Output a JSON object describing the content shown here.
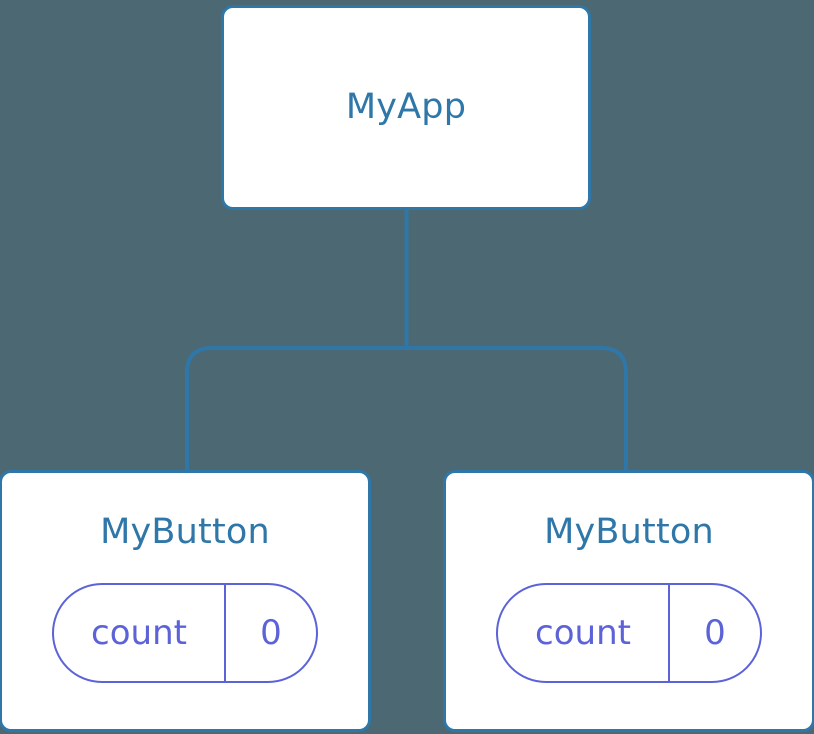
{
  "diagram": {
    "type": "component-tree",
    "background_color": "#4c6872",
    "node_border_color": "#2e77a8",
    "node_title_color": "#2e77a8",
    "state_color": "#5c63d8",
    "edge_color": "#2e77a8",
    "root": {
      "title": "MyApp"
    },
    "children": [
      {
        "title": "MyButton",
        "state": {
          "key": "count",
          "value": "0"
        }
      },
      {
        "title": "MyButton",
        "state": {
          "key": "count",
          "value": "0"
        }
      }
    ]
  }
}
